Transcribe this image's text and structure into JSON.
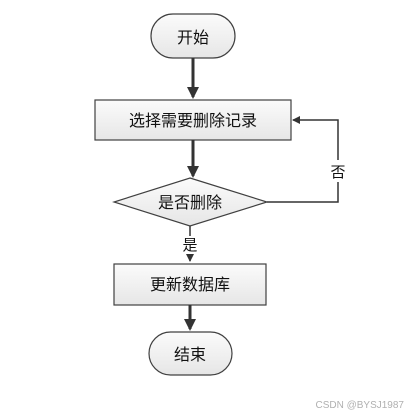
{
  "flowchart": {
    "start_label": "开始",
    "select_label": "选择需要删除记录",
    "decision_label": "是否删除",
    "update_label": "更新数据库",
    "end_label": "结束",
    "yes_label": "是",
    "no_label": "否"
  },
  "watermark": "CSDN @BYSJ1987",
  "colors": {
    "box_fill": "#f2f2f2",
    "stroke": "#404040",
    "arrow": "#333333",
    "text": "#111111"
  }
}
